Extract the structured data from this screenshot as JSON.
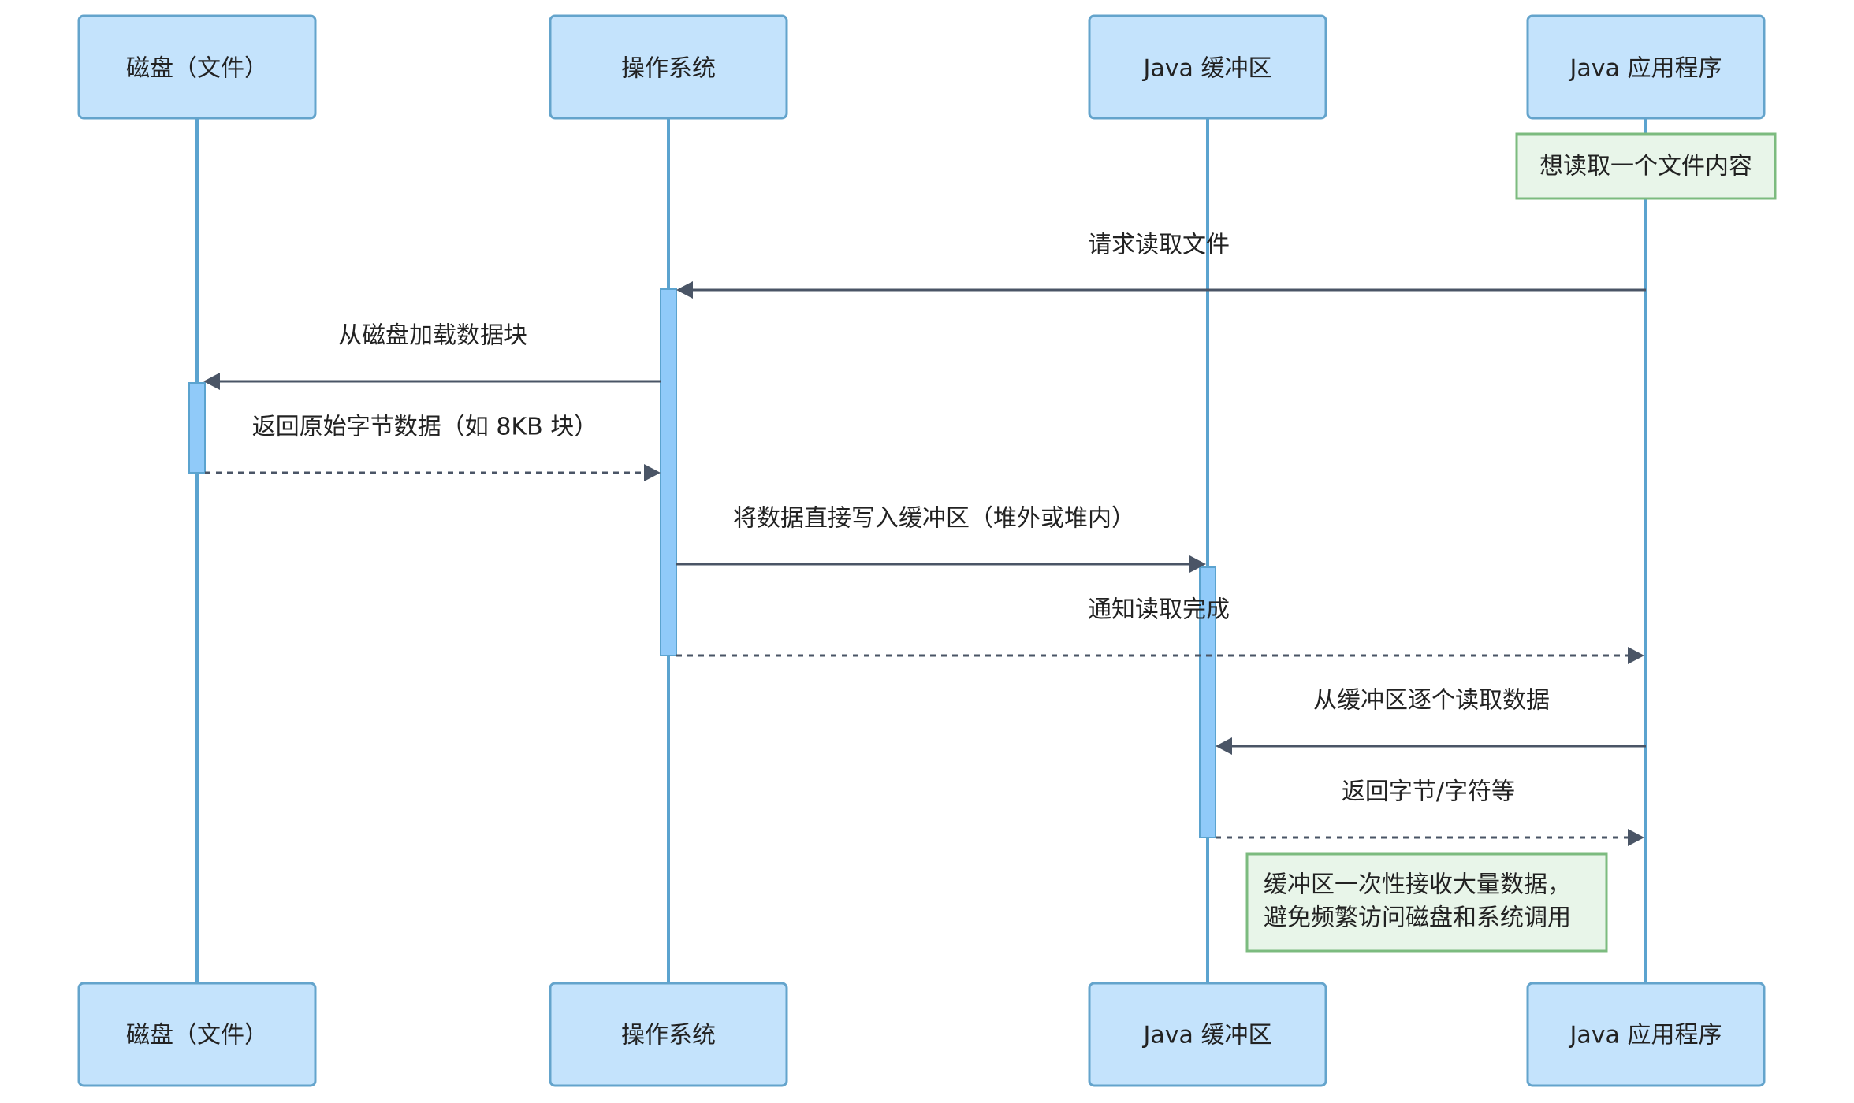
{
  "diagram": {
    "type": "sequence",
    "colors": {
      "actor_fill": "#c4e3fc",
      "actor_border": "#64a4cc",
      "lifeline": "#5ba3cf",
      "activation_fill": "#90caf9",
      "arrow": "#4a5566",
      "note_fill": "#e8f5e9",
      "note_border": "#7cbb7f",
      "text": "#222222"
    },
    "participants": [
      {
        "id": "disk",
        "label": "磁盘（文件）"
      },
      {
        "id": "os",
        "label": "操作系统"
      },
      {
        "id": "buffer",
        "label": "Java 缓冲区"
      },
      {
        "id": "app",
        "label": "Java 应用程序"
      }
    ],
    "notes": [
      {
        "over": "app",
        "lines": [
          "想读取一个文件内容"
        ]
      },
      {
        "right_of": "buffer",
        "lines": [
          "缓冲区一次性接收大量数据，",
          "避免频繁访问磁盘和系统调用"
        ]
      }
    ],
    "messages": [
      {
        "from": "app",
        "to": "os",
        "label": "请求读取文件",
        "style": "solid"
      },
      {
        "from": "os",
        "to": "disk",
        "label": "从磁盘加载数据块",
        "style": "solid"
      },
      {
        "from": "disk",
        "to": "os",
        "label": "返回原始字节数据（如 8KB 块）",
        "style": "dashed"
      },
      {
        "from": "os",
        "to": "buffer",
        "label": "将数据直接写入缓冲区（堆外或堆内）",
        "style": "solid"
      },
      {
        "from": "os",
        "to": "app",
        "label": "通知读取完成",
        "style": "dashed"
      },
      {
        "from": "app",
        "to": "buffer",
        "label": "从缓冲区逐个读取数据",
        "style": "solid"
      },
      {
        "from": "buffer",
        "to": "app",
        "label": "返回字节/字符等",
        "style": "dashed"
      }
    ]
  }
}
